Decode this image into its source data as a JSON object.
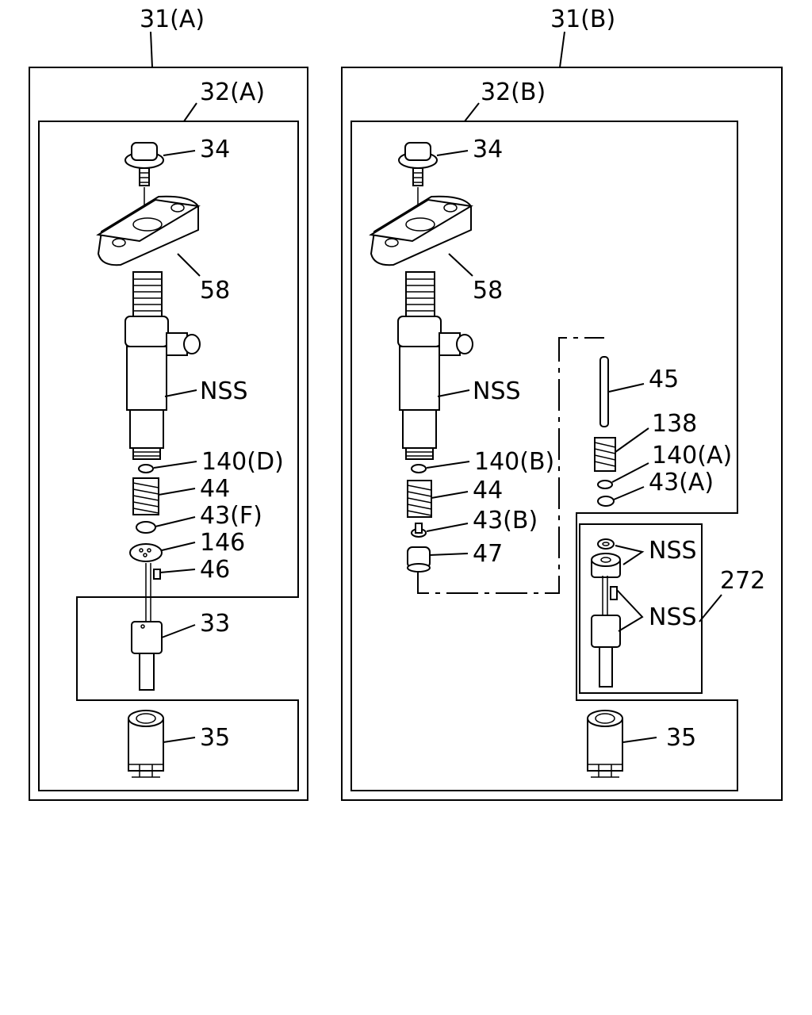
{
  "labels": {
    "group_a": "31(A)",
    "group_b": "31(B)",
    "sub_a": "32(A)",
    "sub_b": "32(B)",
    "a_34": "34",
    "a_58": "58",
    "a_nss": "NSS",
    "a_140": "140(D)",
    "a_44": "44",
    "a_43": "43(F)",
    "a_146": "146",
    "a_46": "46",
    "a_33": "33",
    "a_35": "35",
    "b_34": "34",
    "b_58": "58",
    "b_nss": "NSS",
    "b_140": "140(B)",
    "b_44": "44",
    "b_43": "43(B)",
    "b_47": "47",
    "b_45": "45",
    "b_138": "138",
    "b_140a": "140(A)",
    "b_43a": "43(A)",
    "b_nss_1": "NSS",
    "b_nss_2": "NSS",
    "b_272": "272",
    "b_35": "35"
  }
}
